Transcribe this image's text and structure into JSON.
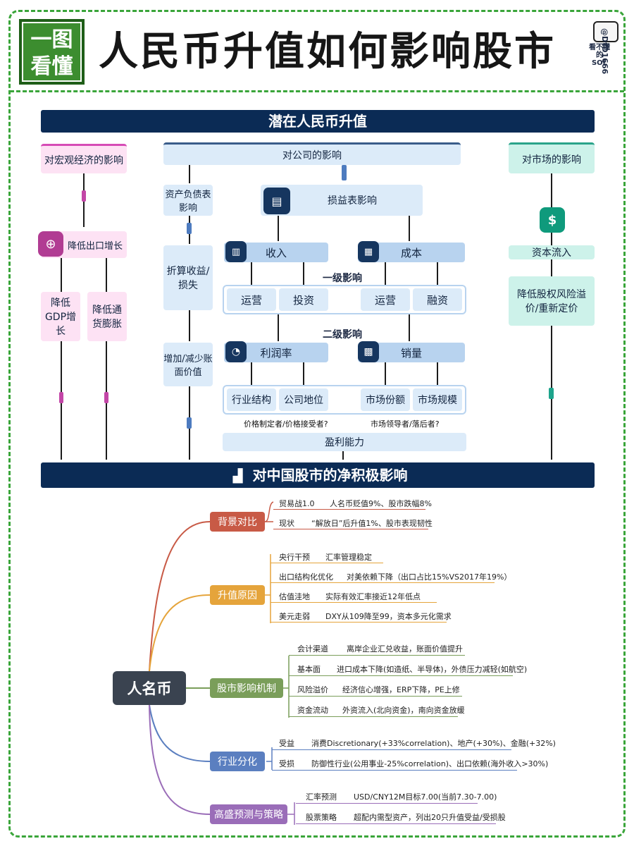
{
  "header": {
    "logo_line1": "一图",
    "logo_line2": "看懂",
    "title": "人民币升值如何影响股市",
    "author_handle": "@DtD1666",
    "author_label": "看不懂的SOL"
  },
  "flow": {
    "top_banner": "潜在人民币升值",
    "col_macro": {
      "title": "对宏观经济的影响",
      "export": "降低出口增长",
      "gdp": "降低GDP增长",
      "inflation": "降低通货膨胀"
    },
    "col_company": {
      "title": "对公司的影响",
      "balance": "资产负债表影响",
      "fx_gain": "折算收益/损失",
      "book_value": "增加/减少账面价值",
      "income_stmt": "损益表影响",
      "revenue": "收入",
      "cost": "成本",
      "level1": "一级影响",
      "ops1": "运营",
      "invest": "投资",
      "ops2": "运营",
      "financing": "融资",
      "level2": "二级影响",
      "margin": "利润率",
      "volume": "销量",
      "industry": "行业结构",
      "position": "公司地位",
      "share": "市场份额",
      "scale": "市场规模",
      "q1": "价格制定者/价格接受者?",
      "q2": "市场领导者/落后者?",
      "profit": "盈利能力"
    },
    "col_market": {
      "title": "对市场的影响",
      "capital": "资本流入",
      "equity": "降低股权风险溢价/重新定价"
    },
    "bottom_banner": "对中国股市的净积极影响"
  },
  "mindmap": {
    "root": "人名币",
    "colors": {
      "bg": "#c85a46",
      "reason": "#e5a43b",
      "mech": "#7a9e5a",
      "sector": "#5b7fc0",
      "forecast": "#9a6db8"
    },
    "branches": [
      {
        "label": "背景对比",
        "items": [
          {
            "k": "贸易战1.0",
            "v": "人名币贬值9%、股市跌幅8%"
          },
          {
            "k": "现状",
            "v": "“解放日”后升值1%、股市表现韧性"
          }
        ]
      },
      {
        "label": "升值原因",
        "items": [
          {
            "k": "央行干预",
            "v": "汇率管理稳定"
          },
          {
            "k": "出口结构化优化",
            "v": "对美依赖下降（出口占比15%VS2017年19%）"
          },
          {
            "k": "估值洼地",
            "v": "实际有效汇率接近12年低点"
          },
          {
            "k": "美元走弱",
            "v": "DXY从109降至99，资本多元化需求"
          }
        ]
      },
      {
        "label": "股市影响机制",
        "items": [
          {
            "k": "会计渠道",
            "v": "离岸企业汇兑收益，账面价值提升"
          },
          {
            "k": "基本面",
            "v": "进口成本下降(如造纸、半导体)，外债压力减轻(如航空)"
          },
          {
            "k": "风险溢价",
            "v": "经济信心增强，ERP下降，PE上修"
          },
          {
            "k": "资金流动",
            "v": "外资流入(北向资金)，南向资金放缓"
          }
        ]
      },
      {
        "label": "行业分化",
        "items": [
          {
            "k": "受益",
            "v": "消费Discretionary(+33%correlation)、地产(+30%)、金融(+32%)"
          },
          {
            "k": "受损",
            "v": "防御性行业(公用事业-25%correlation)、出口依赖(海外收入>30%)"
          }
        ]
      },
      {
        "label": "高盛预测与策略",
        "items": [
          {
            "k": "汇率预测",
            "v": "USD/CNY12M目标7.00(当前7.30-7.00)"
          },
          {
            "k": "股票策略",
            "v": "超配内需型资产，列出20只升值受益/受损股"
          }
        ]
      }
    ]
  }
}
